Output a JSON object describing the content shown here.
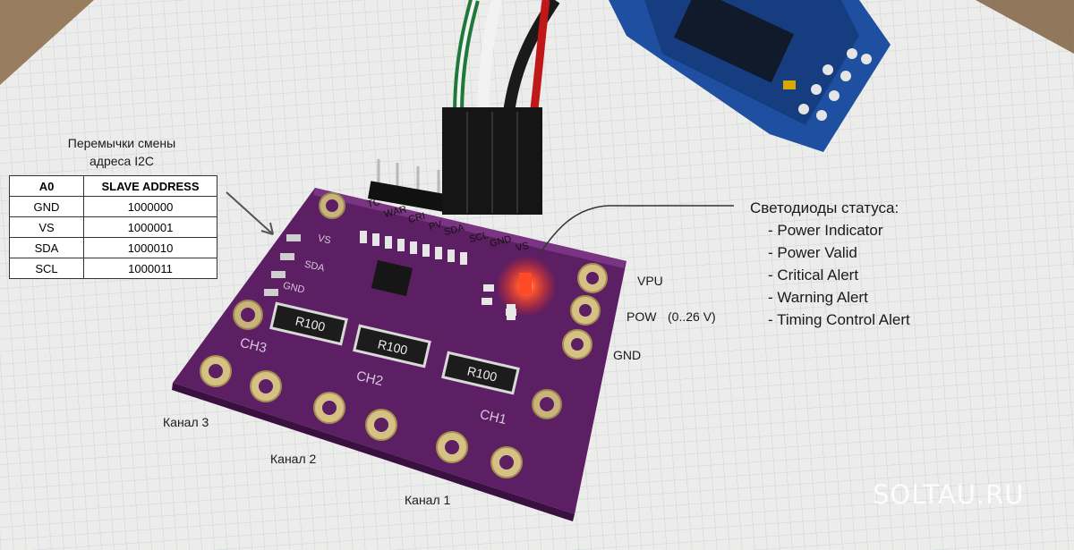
{
  "pin_labels": [
    "TC",
    "WAR",
    "CRI",
    "PV",
    "SDA",
    "SCL",
    "GND",
    "VS"
  ],
  "board_labels": {
    "jumper_pads": [
      "VS",
      "SDA",
      "GND"
    ],
    "channel_silk": [
      "CH3",
      "CH2",
      "CH1"
    ],
    "shunts": [
      "R100",
      "R100",
      "R100"
    ]
  },
  "jumper_section": {
    "title_line1": "Перемычки смены",
    "title_line2": "адреса I2C",
    "headers": [
      "A0",
      "SLAVE ADDRESS"
    ],
    "rows": [
      [
        "GND",
        "1000000"
      ],
      [
        "VS",
        "1000001"
      ],
      [
        "SDA",
        "1000010"
      ],
      [
        "SCL",
        "1000011"
      ]
    ]
  },
  "status_leds": {
    "title": "Светодиоды статуса:",
    "items": [
      "- Power Indicator",
      "- Power Valid",
      "- Critical Alert",
      "- Warning Alert",
      "- Timing Control Alert"
    ]
  },
  "power_labels": {
    "vpu": "VPU",
    "pow": "POW",
    "pow_range": "(0..26 V)",
    "gnd": "GND"
  },
  "channels": [
    "Канал 3",
    "Канал 2",
    "Канал 1"
  ],
  "watermark": "SOLTAU.RU",
  "colors": {
    "pcb": "#5c1f63",
    "paper": "#ececea",
    "grid": "#b9c6d2",
    "led": "#ff2a10",
    "wire_green": "#1f7a3a",
    "wire_white": "#f2f2f2",
    "wire_black": "#1a1a1a",
    "wire_red": "#c01818",
    "arduino": "#1e4fa0"
  }
}
